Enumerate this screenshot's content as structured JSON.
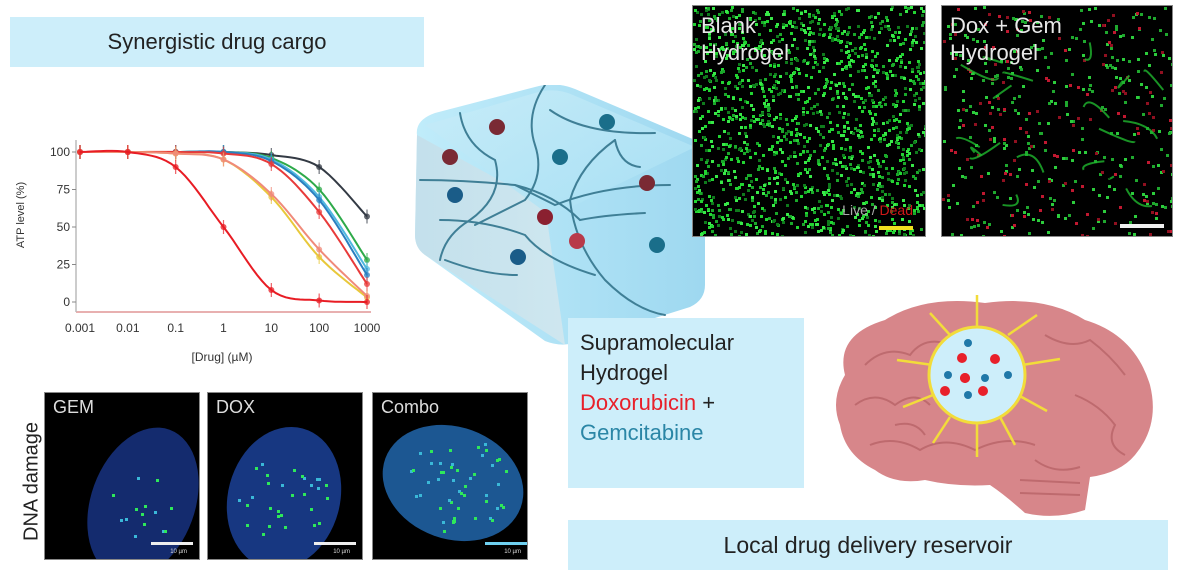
{
  "title_banner": "Synergistic drug cargo",
  "chart_data": {
    "type": "line",
    "title": "",
    "xlabel": "[Drug] (µM)",
    "ylabel": "ATP level (%)",
    "xscale": "log",
    "xlim": [
      0.001,
      1000
    ],
    "ylim": [
      0,
      100
    ],
    "x_ticks": [
      "0.001",
      "0.01",
      "0.1",
      "1",
      "10",
      "100",
      "1000"
    ],
    "y_ticks": [
      "0",
      "25",
      "50",
      "75",
      "100"
    ],
    "x": [
      0.001,
      0.01,
      0.1,
      1,
      10,
      100,
      1000
    ],
    "series": [
      {
        "name": "series-black",
        "color": "#333a44",
        "values": [
          100,
          100,
          100,
          100,
          98,
          90,
          57
        ]
      },
      {
        "name": "series-green",
        "color": "#2eaa4a",
        "values": [
          100,
          100,
          100,
          100,
          96,
          75,
          28
        ]
      },
      {
        "name": "series-cyan",
        "color": "#4fb8e0",
        "values": [
          100,
          100,
          100,
          100,
          95,
          70,
          22
        ]
      },
      {
        "name": "series-blue",
        "color": "#2a7fc0",
        "values": [
          100,
          100,
          100,
          100,
          94,
          68,
          18
        ]
      },
      {
        "name": "series-red-mid",
        "color": "#e83a3a",
        "values": [
          100,
          100,
          100,
          99,
          92,
          60,
          12
        ]
      },
      {
        "name": "series-yellow",
        "color": "#e8c83a",
        "values": [
          100,
          100,
          99,
          95,
          70,
          30,
          3
        ]
      },
      {
        "name": "series-salmon",
        "color": "#f08a7a",
        "values": [
          100,
          100,
          99,
          95,
          72,
          35,
          4
        ]
      },
      {
        "name": "series-red",
        "color": "#e81c24",
        "values": [
          100,
          100,
          90,
          50,
          8,
          1,
          0
        ]
      }
    ]
  },
  "dna": {
    "side_label": "DNA damage",
    "panels": [
      {
        "label": "GEM",
        "scale": "10 µm"
      },
      {
        "label": "DOX",
        "scale": "10 µm"
      },
      {
        "label": "Combo",
        "scale": "10 µm"
      }
    ]
  },
  "micrographs": {
    "blank": {
      "line1": "Blank",
      "line2": "Hydrogel",
      "live": "Live",
      "sep": " / ",
      "dead": "Dead"
    },
    "doxgem": {
      "line1": "Dox + Gem",
      "line2": "Hydrogel"
    }
  },
  "supra": {
    "line1": "Supramolecular",
    "line2": "Hydrogel",
    "dox": "Doxorubicin",
    "plus": " +",
    "gem": "Gemcitabine"
  },
  "local_banner": "Local drug delivery reservoir",
  "colors": {
    "banner": "#cdeefa",
    "dox": "#e8202a",
    "gem": "#2a86a6",
    "live": "#22d432",
    "release": "#f5e03a"
  }
}
